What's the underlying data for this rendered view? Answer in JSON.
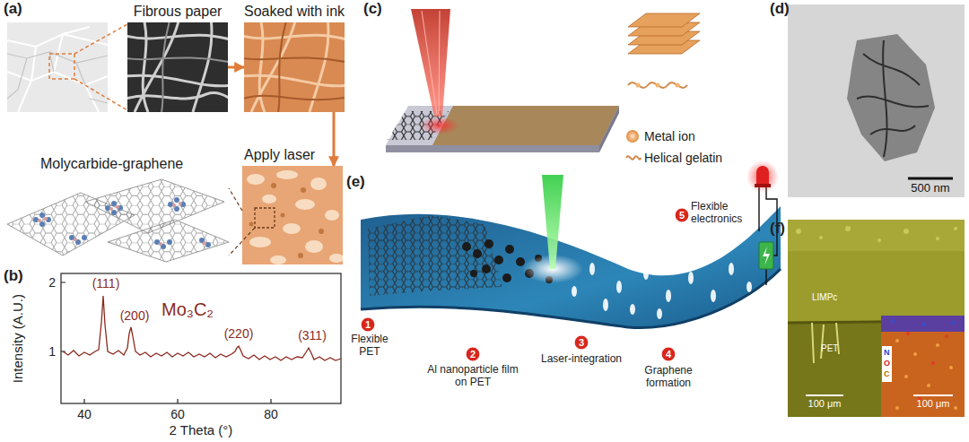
{
  "diagram": {
    "nodes": [
      {
        "text": [
          "Fibrous paper"
        ]
      },
      {
        "text": [
          "Soaked with ink"
        ]
      },
      {
        "text": [
          "Apply laser"
        ]
      },
      {
        "text": [
          "Molycarbide-graphene"
        ]
      }
    ],
    "edges": [
      {
        "from": 0,
        "to": 1,
        "arrow": "to"
      },
      {
        "from": 1,
        "to": 2,
        "arrow": "to"
      },
      {
        "from": 2,
        "to": 3,
        "arrow": "none"
      }
    ],
    "labels": [
      "(a)",
      "(b)",
      "Intensity (A.U.)",
      "2",
      "1",
      "40",
      "60",
      "80",
      "2 Theta (°)",
      "(111)",
      "(200)",
      "(220)",
      "(311)",
      "Mo₃C₂",
      "(c)",
      "(d)",
      "500 nm",
      "(e)",
      "1",
      "Flexible PET",
      "2",
      "Al nanoparticle film on PET",
      "3",
      "Laser-integration",
      "4",
      "Graphene formation",
      "5",
      "Flexible electronics",
      "(f)",
      "LIMPc",
      "PET",
      "100 μm",
      "N",
      "O",
      "C",
      "100 μm"
    ],
    "legend": [
      {
        "text": "Metal ion"
      },
      {
        "text": "Helical gelatin"
      }
    ]
  }
}
